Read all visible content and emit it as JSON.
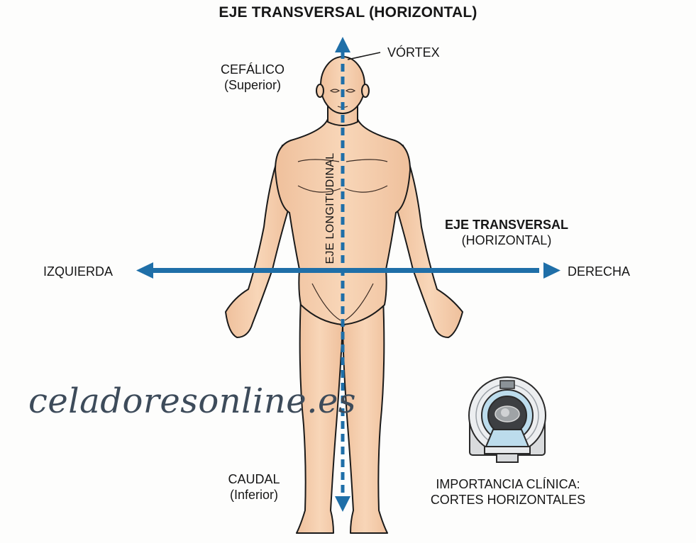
{
  "title": "EJE TRANSVERSAL (HORIZONTAL)",
  "labels": {
    "vertex": "VÓRTEX",
    "cephalic": "CEFÁLICO",
    "cephalic_sub": "(Superior)",
    "caudal": "CAUDAL",
    "caudal_sub": "(Inferior)",
    "left": "IZQUIERDA",
    "right": "DERECHA",
    "transverse_axis": "EJE TRANSVERSAL",
    "transverse_axis_sub": "(HORIZONTAL)",
    "longitudinal_axis": "EJE LONGITUDINAL"
  },
  "clinical": {
    "icon": "ct-scanner-icon",
    "line1": "IMPORTANCIA CLÍNICA:",
    "line2": "CORTES HORIZONTALES"
  },
  "watermark": "celadoresonline.es",
  "colors": {
    "axis_blue": "#1f6fa8",
    "skin": "#f6cfae",
    "outline": "#1a1a1a",
    "scanner_gray": "#e4e6e8",
    "scanner_blue": "#bcdcec"
  }
}
